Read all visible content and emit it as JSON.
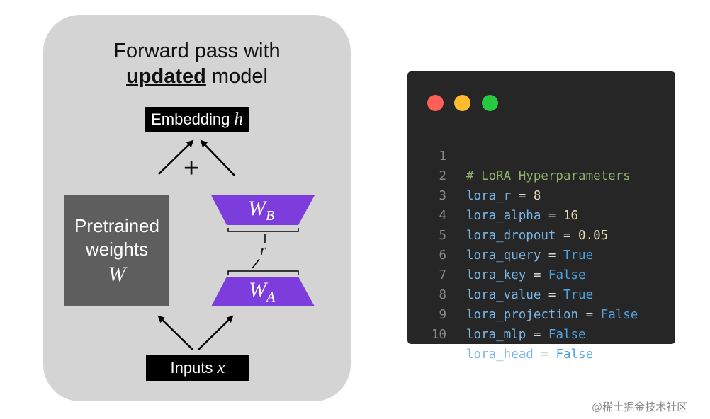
{
  "diagram": {
    "title_line1": "Forward pass with",
    "title_bold": "updated",
    "title_rest": " model",
    "embedding_label": "Embedding",
    "embedding_var": "h",
    "inputs_label": "Inputs",
    "inputs_var": "x",
    "pretrained_line1": "Pretrained",
    "pretrained_line2": "weights",
    "pretrained_var": "W",
    "matrix_b": "W",
    "matrix_b_sub": "B",
    "matrix_a": "W",
    "matrix_a_sub": "A",
    "rank_label": "r",
    "plus_symbol": "+",
    "colors": {
      "lora_purple": "#7d3cdc",
      "pretrained_gray": "#5e5e5e",
      "panel_bg": "#d4d4d4"
    }
  },
  "code": {
    "window_dots": [
      "#fe5f57",
      "#febc2e",
      "#28c840"
    ],
    "line_numbers": [
      "1",
      "2",
      "3",
      "4",
      "5",
      "6",
      "7",
      "8",
      "9",
      "10"
    ],
    "comment": "# LoRA Hyperparameters",
    "assignments": [
      {
        "name": "lora_r",
        "op": " = ",
        "value": "8",
        "kind": "num"
      },
      {
        "name": "lora_alpha",
        "op": " = ",
        "value": "16",
        "kind": "num"
      },
      {
        "name": "lora_dropout",
        "op": " = ",
        "value": "0.05",
        "kind": "num"
      },
      {
        "name": "lora_query",
        "op": " = ",
        "value": "True",
        "kind": "bool"
      },
      {
        "name": "lora_key",
        "op": " = ",
        "value": "False",
        "kind": "bool"
      },
      {
        "name": "lora_value",
        "op": " = ",
        "value": "True",
        "kind": "bool"
      },
      {
        "name": "lora_projection",
        "op": " = ",
        "value": "False",
        "kind": "bool"
      },
      {
        "name": "lora_mlp",
        "op": " = ",
        "value": "False",
        "kind": "bool"
      },
      {
        "name": "lora_head",
        "op": " = ",
        "value": "False",
        "kind": "bool"
      }
    ]
  },
  "watermark": "@稀土掘金技术社区"
}
